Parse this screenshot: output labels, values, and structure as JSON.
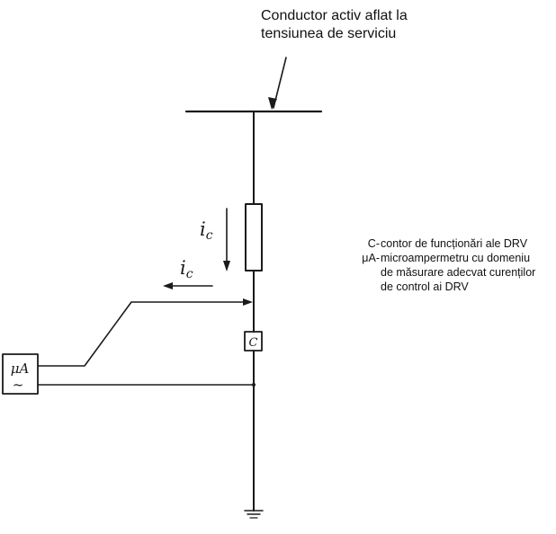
{
  "title": {
    "line1": "Conductor activ aflat la",
    "line2": "tensiunea de serviciu"
  },
  "legend": {
    "c_key": "C-",
    "c_text": "contor de funcționări ale DRV",
    "ua_key": "μA-",
    "ua_text_1": "microampermetru cu domeniu",
    "ua_text_2": "de măsurare adecvat curenților",
    "ua_text_3": "de control ai DRV"
  },
  "labels": {
    "current_down": "i",
    "current_down_sub": "c",
    "current_left": "i",
    "current_left_sub": "c",
    "counter": "C",
    "meter": "μA",
    "meter_ac": "~"
  }
}
